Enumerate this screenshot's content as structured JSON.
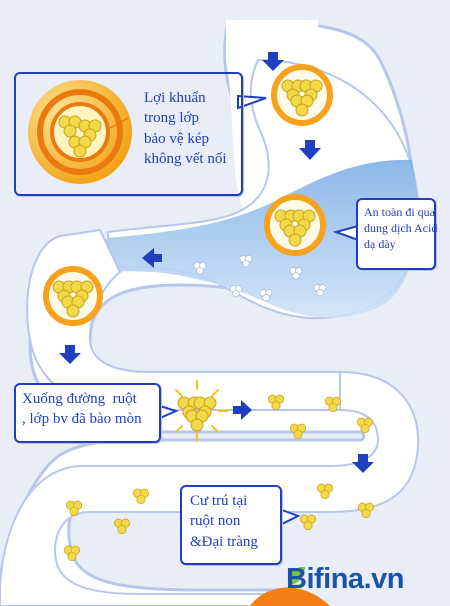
{
  "callouts": {
    "capsule": [
      "Lợi khuẩn",
      "trong lớp",
      "bảo vệ kép",
      "không vết nối"
    ],
    "stomach": [
      "An toàn đi qua",
      "dung dịch Acid",
      "dạ dày"
    ],
    "intestine": [
      "Xuống đường  ruột",
      ", lớp bv đã bào mòn"
    ],
    "colon": [
      "Cư trú tại",
      "ruột non",
      "&Đại tràng"
    ]
  },
  "brand": {
    "prefix": "Bifina",
    "suffix": ".vn"
  },
  "colors": {
    "background": "#e9edf8",
    "tract": "#ffffff",
    "tract_outline": "#b7c6ea",
    "acid": "#9ec3ec",
    "capsule_outer": "#f6a21c",
    "capsule_inner": "#fff6c8",
    "bacteria": "#f3d84a",
    "arrow": "#1f3fbf",
    "callout_text": "#1f3fbf",
    "brand": "#1a54a8",
    "brand_accent": "#f57e16",
    "leaf": "#7cc243"
  },
  "icons": [
    "arrow-down-icon",
    "arrow-left-icon",
    "arrow-right-icon",
    "capsule-icon",
    "bacteria-cluster-icon",
    "leaf-icon"
  ]
}
